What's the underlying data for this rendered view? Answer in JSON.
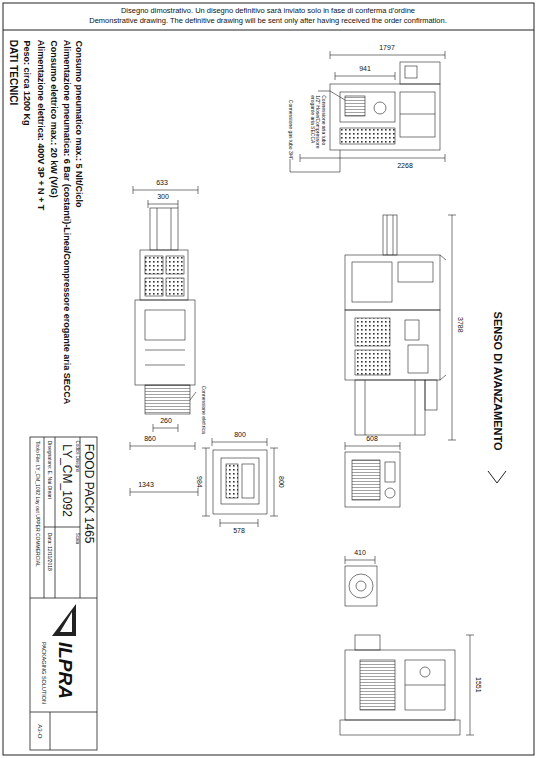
{
  "diagram": {
    "labels": [
      "Disegno dimostrativo. Un disegno definitivo sarà inviato solo in fase di conferma d'ordine",
      "Demonstrative drawing. The definitive drawing will be sent only after having received the order confirmation.",
      "DATI TECNICI",
      "Peso: circa 1200 Kg",
      "Alimentazione elettrica: 400V 3P + N + T",
      "Consumo elettrico max.: 20 kW (V/G)",
      "Alimentazione pneumatica: 6 Bar (costanti)-Linea/Compressore erogante aria SECCA",
      "Consumo pneumatico max.: 5 Nlt/Ciclo",
      "1797",
      "941",
      "2268",
      "Connessione aria tubo 1/2\" Hose/Compressore erogante aria SECCA",
      "Connessione gas tubo 3/4\"",
      "SENSO DI AVANZAMENTO",
      "3788",
      "633",
      "300",
      "Connessione elettrica",
      "260",
      "860",
      "1343",
      "800",
      "984",
      "800",
      "578",
      "608",
      "410",
      "1551",
      "FOOD PACK 1465",
      "Codice Disegno",
      "LY_CM_1092",
      "Scala",
      "Disegnatore: E. Nai Oleari",
      "Data: 12/11/2018",
      "Titolo File: LY_CM_1092 Lay out UPPER COMMERCIAL",
      "ILPRA",
      "PACKAGING SOLUTION",
      "A3-O"
    ]
  }
}
